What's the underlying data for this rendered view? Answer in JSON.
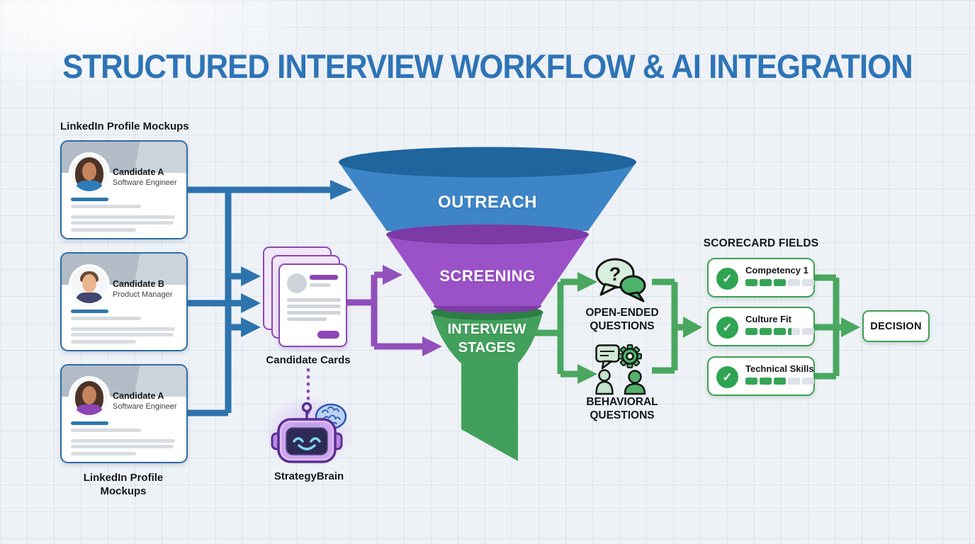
{
  "title": "STRUCTURED INTERVIEW WORKFLOW & AI INTEGRATION",
  "colors": {
    "title_blue": "#2e74b6",
    "outreach_blue": "#3d85c6",
    "screening_purple": "#9b51c8",
    "interview_green": "#43a05c",
    "arrow_blue": "#2d73ad",
    "arrow_purple": "#9150bb",
    "arrow_green": "#49a75f",
    "scorecard_green": "#2fa452"
  },
  "left_panel": {
    "top_label": "LinkedIn Profile Mockups",
    "bottom_label": "LinkedIn Profile Mockups",
    "profiles": [
      {
        "name": "Candidate A",
        "role": "Software Engineer"
      },
      {
        "name": "Candidate B",
        "role": "Product Manager"
      },
      {
        "name": "Candidate A",
        "role": "Software Engineer"
      }
    ]
  },
  "pipeline": {
    "cards_label": "Candidate Cards",
    "cards_icon": "document-stack-icon",
    "ai_label": "StrategyBrain",
    "ai_icon": "robot-brain-icon"
  },
  "funnel": {
    "stages": [
      {
        "label": "OUTREACH",
        "color": "#3d85c6"
      },
      {
        "label": "SCREENING",
        "color": "#9b51c8"
      },
      {
        "label": "INTERVIEW STAGES",
        "color": "#43a05c"
      }
    ]
  },
  "questions": {
    "items": [
      {
        "label": "OPEN-ENDED QUESTIONS",
        "icon": "question-speech-bubbles-icon",
        "glyph": "?"
      },
      {
        "label": "BEHAVIORAL QUESTIONS",
        "icon": "people-gear-chat-icon"
      }
    ]
  },
  "scorecard": {
    "title": "SCORECARD FIELDS",
    "check_icon": "check-circle-icon",
    "check_glyph": "✓",
    "fields": [
      {
        "label": "Competency 1",
        "filled": 3,
        "partial": 0,
        "total": 5
      },
      {
        "label": "Culture Fit",
        "filled": 3,
        "partial": 0.3,
        "total": 5
      },
      {
        "label": "Technical Skills",
        "filled": 3,
        "partial": 0,
        "total": 5
      }
    ]
  },
  "decision": {
    "label": "DECISION"
  }
}
